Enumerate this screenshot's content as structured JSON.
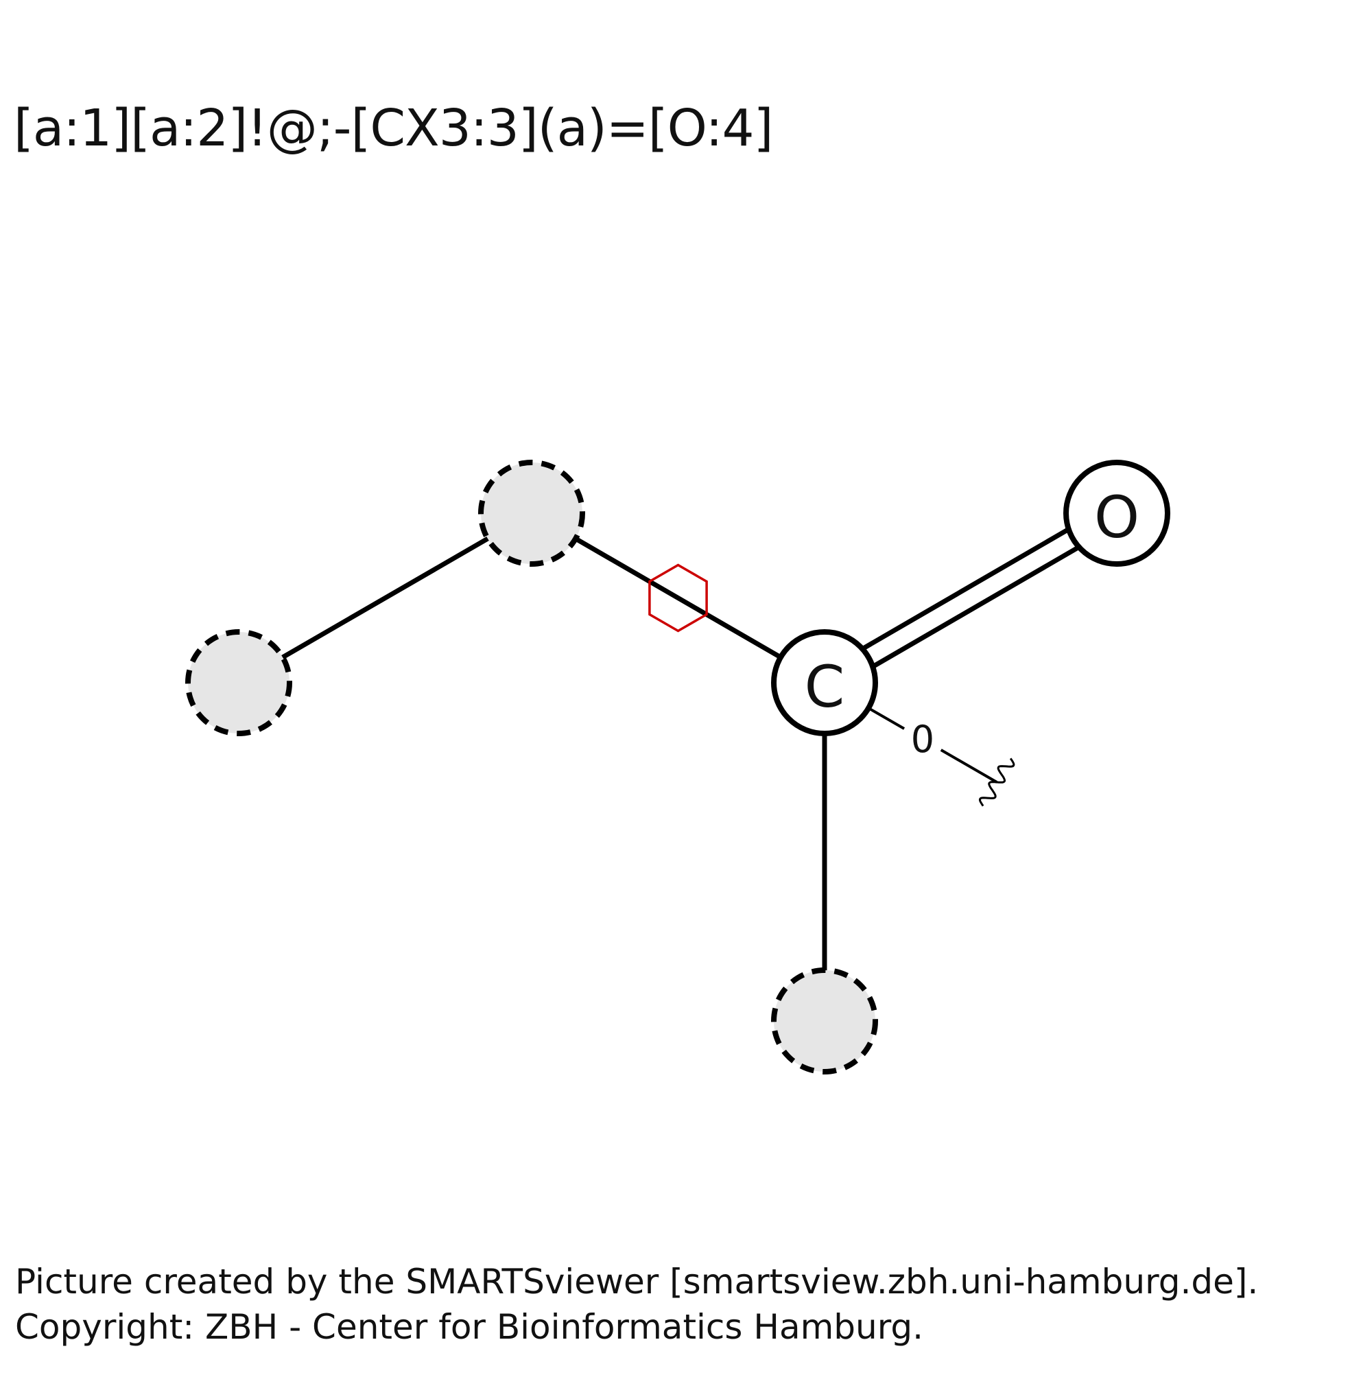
{
  "title": "[a:1][a:2]!@;-[CX3:3](a)=[O:4]",
  "atoms": [
    {
      "id": "a1",
      "label": "",
      "kind": "aromatic-any"
    },
    {
      "id": "a2",
      "label": "",
      "kind": "aromatic-any"
    },
    {
      "id": "c3",
      "label": "C",
      "kind": "aliphatic"
    },
    {
      "id": "o4",
      "label": "O",
      "kind": "aliphatic"
    },
    {
      "id": "a5",
      "label": "",
      "kind": "aromatic-any"
    }
  ],
  "bonds": [
    {
      "from": "a1",
      "to": "a2",
      "order": "single"
    },
    {
      "from": "a2",
      "to": "c3",
      "order": "single",
      "marker": "not-ring"
    },
    {
      "from": "c3",
      "to": "o4",
      "order": "double"
    },
    {
      "from": "c3",
      "to": "a5",
      "order": "single"
    }
  ],
  "attachment": {
    "atom": "c3",
    "label": "0"
  },
  "colors": {
    "bond": "#000000",
    "aromatic_fill": "#e6e6e6",
    "not_ring_marker": "#cc0000"
  },
  "footer": {
    "line1": "Picture created by the SMARTSviewer [smartsview.zbh.uni-hamburg.de].",
    "line2": "Copyright: ZBH - Center for Bioinformatics Hamburg."
  }
}
